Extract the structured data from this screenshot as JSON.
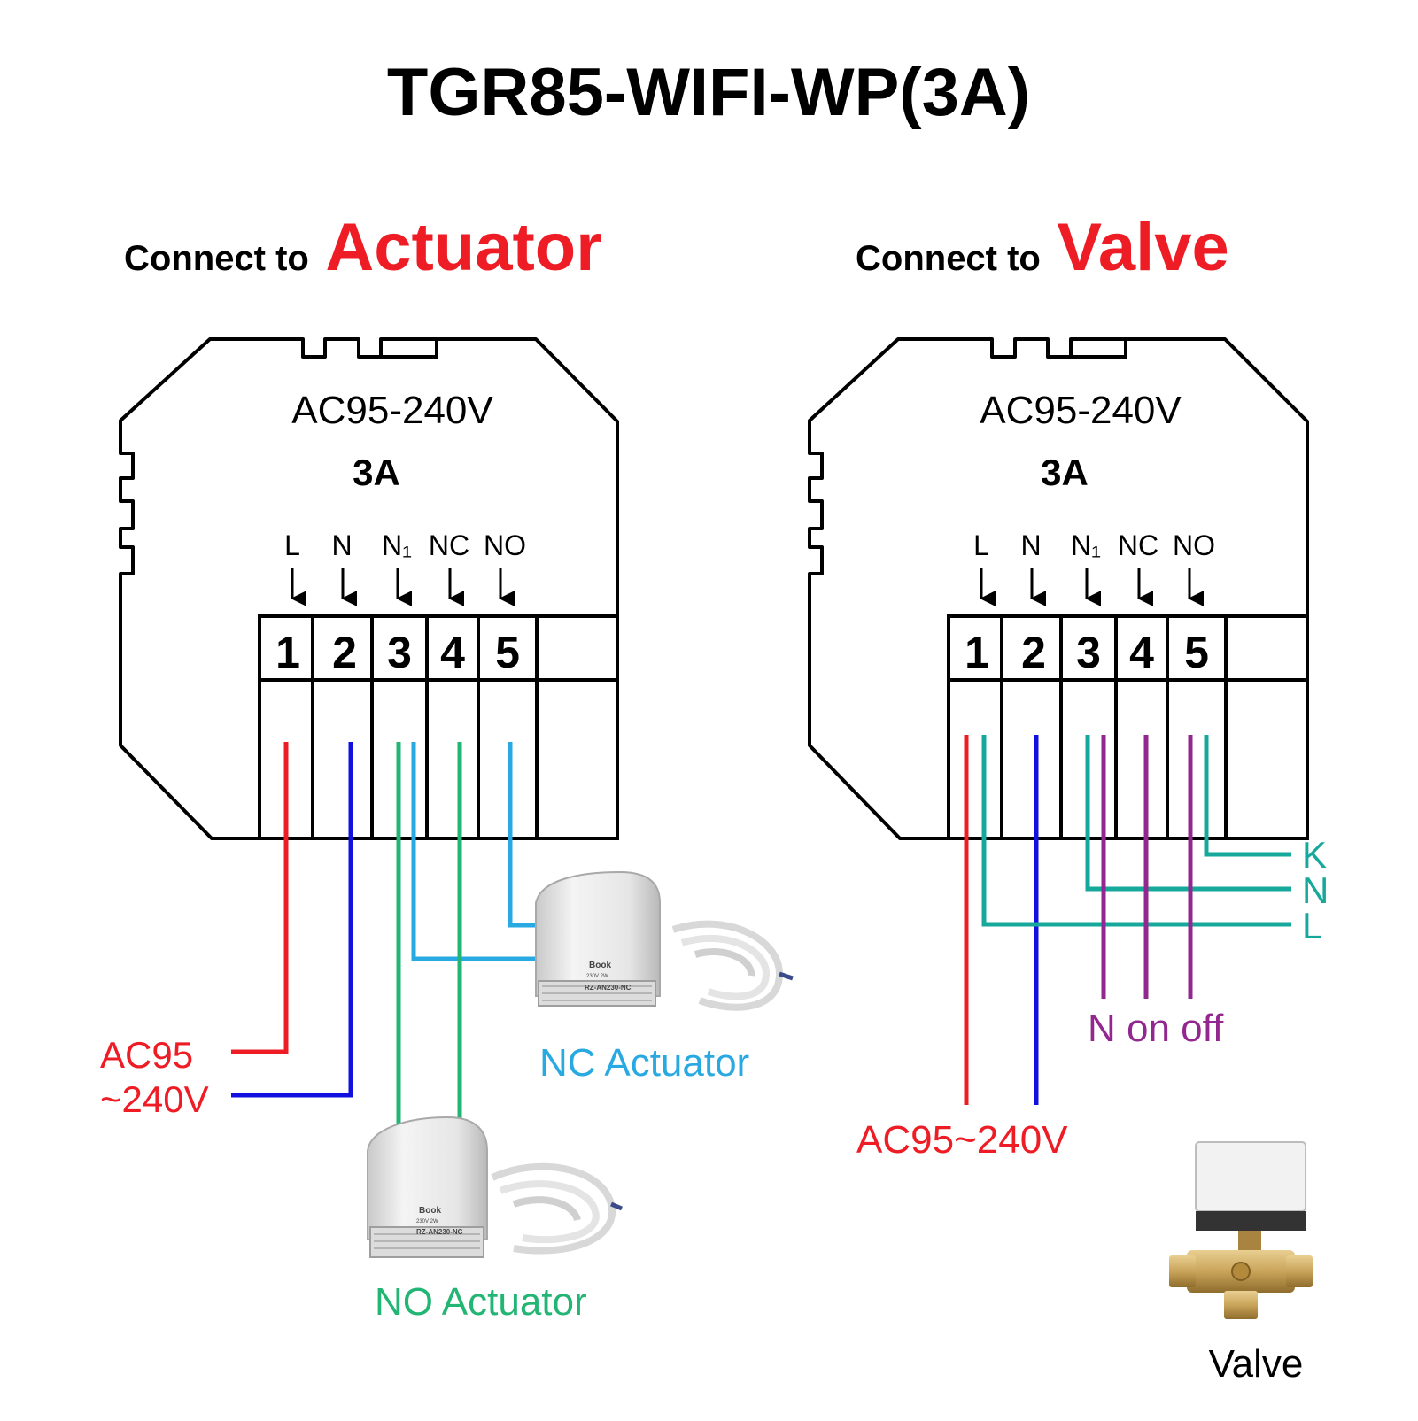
{
  "title": "TGR85-WIFI-WP(3A)",
  "left": {
    "heading_prefix": "Connect to",
    "heading_emph": "Actuator",
    "voltage": "AC95-240V",
    "current": "3A",
    "terminal_labels": [
      "L",
      "N",
      "N₁",
      "NC",
      "NO"
    ],
    "terminal_numbers": [
      "1",
      "2",
      "3",
      "4",
      "5"
    ],
    "power_label_1": "AC95",
    "power_label_2": "~240V",
    "nc_label": "NC Actuator",
    "no_label": "NO Actuator",
    "actuator_print_brand": "Book",
    "actuator_print_spec": "230V 2W",
    "actuator_print_model": "RZ-AN230-NC"
  },
  "right": {
    "heading_prefix": "Connect to",
    "heading_emph": "Valve",
    "voltage": "AC95-240V",
    "current": "3A",
    "terminal_labels": [
      "L",
      "N",
      "N₁",
      "NC",
      "NO"
    ],
    "terminal_numbers": [
      "1",
      "2",
      "3",
      "4",
      "5"
    ],
    "valve_terminals": [
      "K",
      "N",
      "L"
    ],
    "signal_label": "N on off",
    "power_label": "AC95~240V",
    "valve_caption": "Valve"
  },
  "colors": {
    "red": "#ee1c24",
    "blue": "#1010e0",
    "green": "#22b573",
    "light_blue": "#29a9e1",
    "teal": "#16a99b",
    "purple": "#92278f"
  }
}
